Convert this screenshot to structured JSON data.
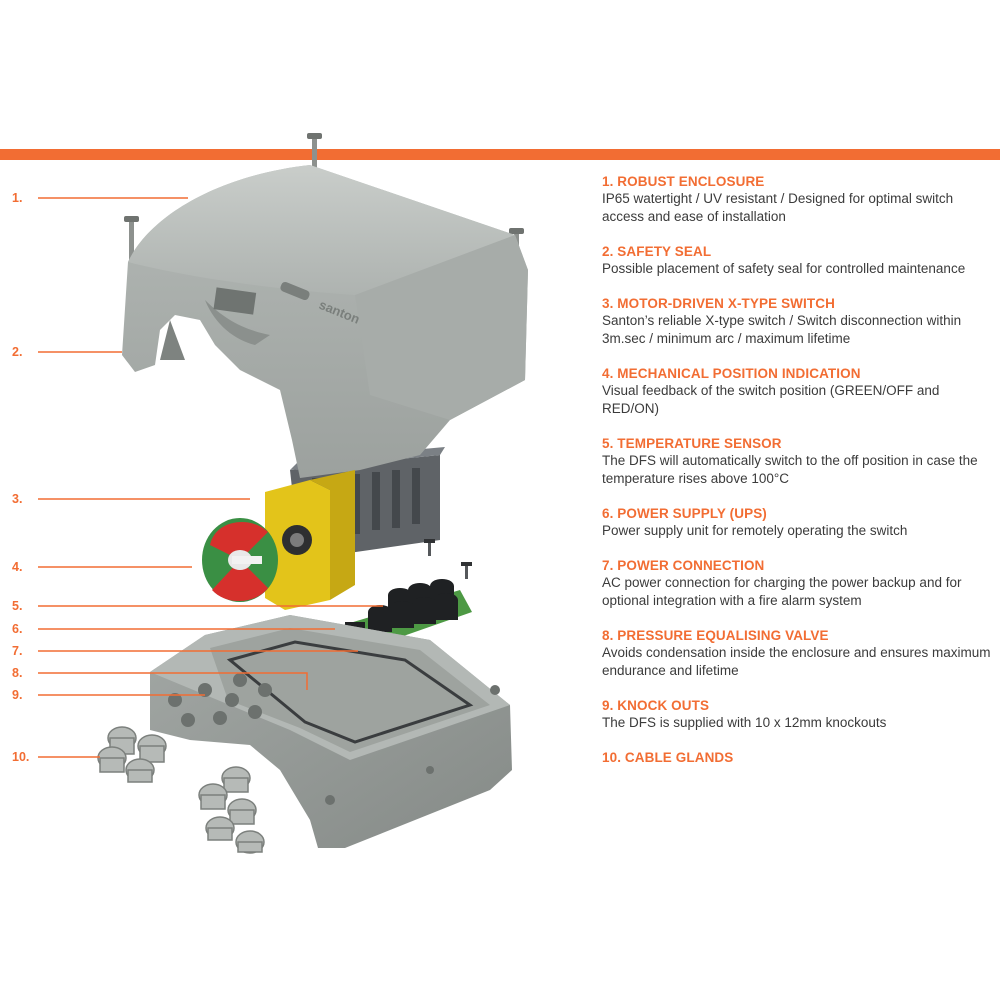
{
  "colors": {
    "accent": "#f26d33",
    "body_text": "#3b3b3b",
    "enclosure": "#a9aeaa",
    "terminal": "#5a5e62",
    "switch_body": "#e7c819",
    "pcb": "#4f9a45",
    "knob_red": "#d8312d",
    "knob_green": "#3d9b49"
  },
  "brand_mark": "santon",
  "callouts": [
    "1.",
    "2.",
    "3.",
    "4.",
    "5.",
    "6.",
    "7.",
    "8.",
    "9.",
    "10."
  ],
  "features": [
    {
      "title": "1. ROBUST ENCLOSURE",
      "desc": "IP65 watertight / UV resistant / Designed for optimal switch access and ease of installation"
    },
    {
      "title": "2. SAFETY SEAL",
      "desc": "Possible placement of safety seal for controlled maintenance"
    },
    {
      "title": "3. MOTOR-DRIVEN X-TYPE SWITCH",
      "desc": "Santon’s reliable X-type switch / Switch disconnection within 3m.sec / minimum arc / maximum lifetime"
    },
    {
      "title": "4. MECHANICAL POSITION INDICATION",
      "desc": "Visual feedback of the switch position (GREEN/OFF and RED/ON)"
    },
    {
      "title": "5. TEMPERATURE SENSOR",
      "desc": "The DFS will automatically switch to the off position in case the temperature rises above 100°C"
    },
    {
      "title": "6. POWER SUPPLY (UPS)",
      "desc": "Power supply unit for remotely operating the switch"
    },
    {
      "title": "7. POWER CONNECTION",
      "desc": "AC power connection for charging the power backup and for optional integration with a fire alarm system"
    },
    {
      "title": "8. PRESSURE EQUALISING VALVE",
      "desc": "Avoids condensation inside the enclosure and ensures maximum endurance and lifetime"
    },
    {
      "title": "9. KNOCK OUTS",
      "desc": "The DFS is supplied with 10 x 12mm knockouts"
    },
    {
      "title": "10. CABLE GLANDS",
      "desc": ""
    }
  ]
}
